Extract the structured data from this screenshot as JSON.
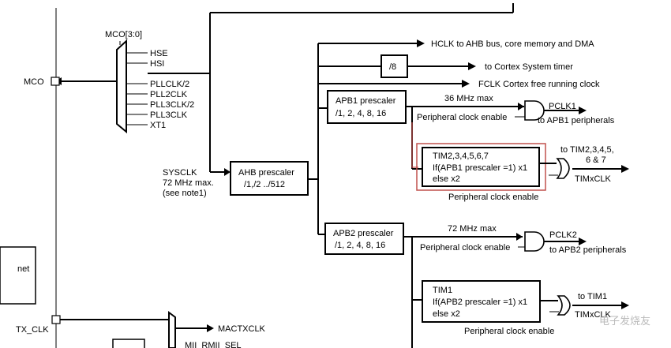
{
  "mco": {
    "title": "MCO[3:0]",
    "pin_label": "MCO",
    "inputs": [
      "HSE",
      "HSI",
      "PLLCLK/2",
      "PLL2CLK",
      "PLL3CLK/2",
      "PLL3CLK",
      "XT1"
    ]
  },
  "sysclk": {
    "line1": "SYSCLK",
    "line2": "72 MHz max.",
    "line3": "(see note1)"
  },
  "ahb": {
    "line1": "AHB prescaler",
    "line2": "/1,/2 ../512"
  },
  "outputs": {
    "hclk": "HCLK to AHB bus, core memory and DMA",
    "div8": "/8",
    "cortex_timer": "to Cortex System timer",
    "fclk": "FCLK Cortex free running clock"
  },
  "apb1": {
    "line1": "APB1 prescaler",
    "line2": "/1, 2, 4, 8, 16",
    "max": "36 MHz max",
    "enable": "Peripheral clock enable",
    "pclk": "PCLK1",
    "dest": "to APB1 peripherals",
    "tim_line1": "TIM2,3,4,5,6,7",
    "tim_line2": "If(APB1 prescaler =1) x1",
    "tim_line3": "else x2",
    "tim_enable": "Peripheral clock enable",
    "tim_dest1": "to TIM2,3,4,5,",
    "tim_dest2": "6 & 7",
    "tim_clk": "TIMxCLK"
  },
  "apb2": {
    "line1": "APB2 prescaler",
    "line2": "/1, 2, 4, 8, 16",
    "max": "72 MHz max",
    "enable": "Peripheral clock enable",
    "pclk": "PCLK2",
    "dest": "to APB2 peripherals",
    "tim_line1": "TIM1",
    "tim_line2": "If(APB2 prescaler =1) x1",
    "tim_line3": "else x2",
    "tim_enable": "Peripheral clock enable",
    "tim_dest": "to TIM1",
    "tim_clk": "TIMxCLK"
  },
  "bottom": {
    "tx_clk": "TX_CLK",
    "mactxclk": "MACTXCLK",
    "mii_rmii": "MII_RMII_SEL",
    "partial_box": "net"
  },
  "watermark": "电子发烧友"
}
